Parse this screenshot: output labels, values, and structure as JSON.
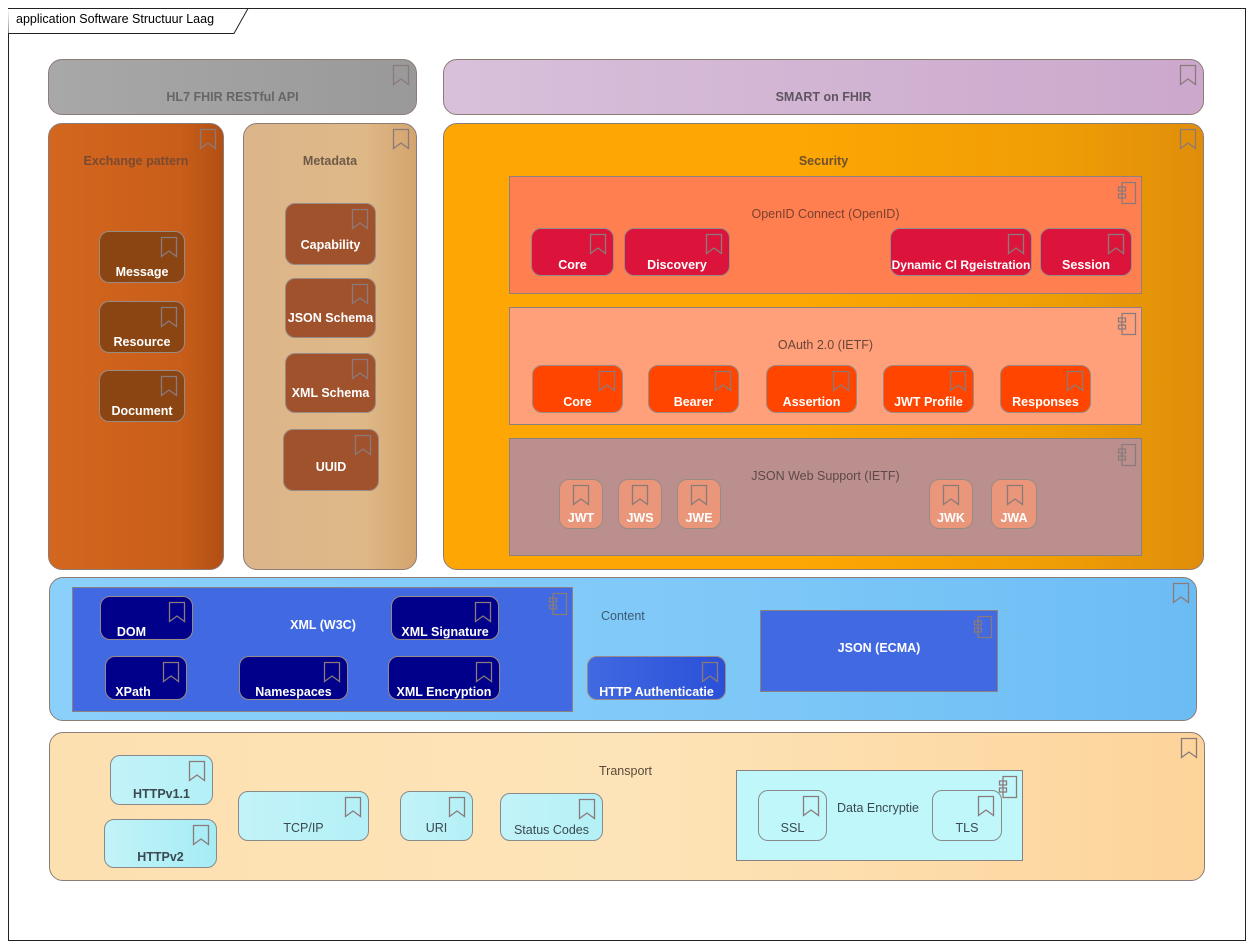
{
  "diagram": {
    "title": "application Software Structuur Laag",
    "colors": {
      "api": "#a6a6a6",
      "smart": "#d5bcd8",
      "exchange": "#d4671f",
      "metadata": "#ddb78a",
      "security": "#fda704",
      "openid": "#ff7f50",
      "openid_item": "#dc143c",
      "oauth": "#ffa07a",
      "oauth_item": "#ff4500",
      "jws_group": "#bc8f8f",
      "jws_item": "#e9967a",
      "content": "#87cefa",
      "xml_group": "#4169e1",
      "xml_item": "#00008b",
      "transport": "#fde0b0",
      "transport_item": "#bff7fb",
      "brown_item": "#8b4513",
      "meta_item": "#a0522d"
    },
    "layers": {
      "api": {
        "label": "HL7 FHIR RESTful API",
        "icon": "bookmark-icon"
      },
      "smart": {
        "label": "SMART on FHIR",
        "icon": "bookmark-icon"
      },
      "exchange": {
        "label": "Exchange pattern",
        "items": [
          "Message",
          "Resource",
          "Document"
        ]
      },
      "metadata": {
        "label": "Metadata",
        "items": [
          "Capability",
          "JSON Schema",
          "XML Schema",
          "UUID"
        ]
      },
      "security": {
        "label": "Security",
        "openid": {
          "label": "OpenID Connect (OpenID)",
          "icon": "component-icon",
          "items": [
            "Core",
            "Discovery",
            "Dynamic Cl Rgeistration",
            "Session"
          ]
        },
        "oauth": {
          "label": "OAuth 2.0 (IETF)",
          "icon": "component-icon",
          "items": [
            "Core",
            "Bearer",
            "Assertion",
            "JWT Profile",
            "Responses"
          ]
        },
        "jose": {
          "label": "JSON Web Support (IETF)",
          "icon": "component-icon",
          "items": [
            "JWT",
            "JWS",
            "JWE",
            "JWK",
            "JWA"
          ]
        }
      },
      "content": {
        "label": "Content",
        "xml": {
          "label": "XML (W3C)",
          "icon": "component-icon",
          "items": [
            "DOM",
            "XML Signature",
            "XPath",
            "Namespaces",
            "XML Encryption"
          ]
        },
        "http_auth": "HTTP Authenticatie",
        "json": {
          "label": "JSON (ECMA)",
          "icon": "component-icon"
        }
      },
      "transport": {
        "label": "Transport",
        "items": [
          "HTTPv1.1",
          "HTTPv2",
          "TCP/IP",
          "URI",
          "Status Codes"
        ],
        "encryption": {
          "label": "Data Encryptie",
          "icon": "component-icon",
          "items": [
            "SSL",
            "TLS"
          ]
        }
      }
    }
  }
}
